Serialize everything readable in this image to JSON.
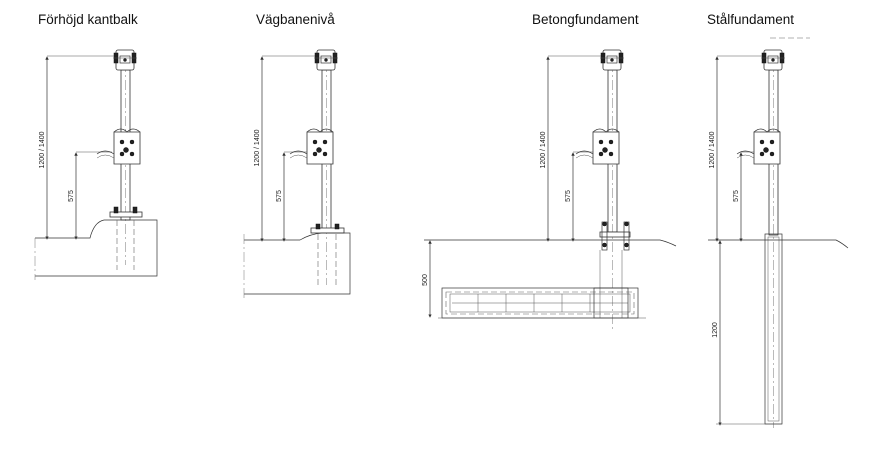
{
  "titles": {
    "raised_curb": "Förhöjd kantbalk",
    "road_level": "Vägbanenivå",
    "concrete_foundation": "Betongfundament",
    "steel_foundation": "Stålfundament"
  },
  "dimensions": {
    "total_height": "1200 / 1400",
    "rail_height": "575",
    "foundation_depth": "500",
    "steel_depth": "1200"
  },
  "colors": {
    "line": "#333333",
    "background": "#ffffff"
  }
}
